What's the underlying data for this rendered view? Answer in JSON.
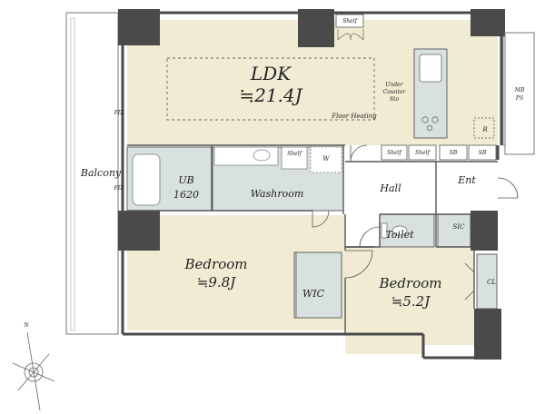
{
  "colors": {
    "living": "#f1ebd3",
    "wet": "#d8e0e0",
    "wall": "#4a4a4a",
    "outline": "#555555",
    "fixture": "#e9eeee",
    "white": "#ffffff"
  },
  "rooms": {
    "ldk_name": "LDK",
    "ldk_area": "≒21.4J",
    "floor_heating": "Floor Heating",
    "bedroom1_name": "Bedroom",
    "bedroom1_area": "≒9.8J",
    "bedroom2_name": "Bedroom",
    "bedroom2_area": "≒5.2J",
    "washroom": "Washroom",
    "ub_name": "UB",
    "ub_size": "1620",
    "hall": "Hall",
    "ent": "Ent",
    "toilet": "Toilet",
    "wic": "WIC",
    "cl": "CL",
    "sic": "SIC",
    "balcony": "Balcony",
    "mb": "MB",
    "ps": "PS"
  },
  "storage": {
    "shelf_top": "Shelf",
    "shelf_wash": "Shelf",
    "w": "W",
    "shelf_hall1": "Shelf",
    "shelf_hall2": "Shelf",
    "sb1": "SB",
    "sb2": "SB",
    "r": "R"
  },
  "kitchen": {
    "under": "Under",
    "counter": "Counter",
    "sto": "Sto"
  },
  "windows": {
    "fix1": "FIX",
    "fix2": "FIX"
  },
  "compass": {
    "north": "N"
  }
}
